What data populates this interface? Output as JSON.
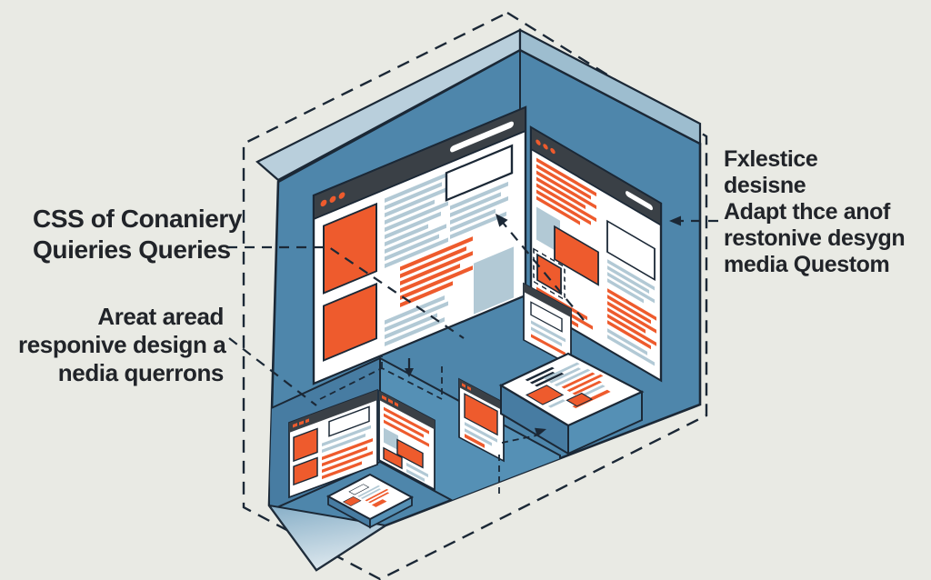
{
  "palette": {
    "background": "#e9eae4",
    "wall_blue": "#4e86ab",
    "wall_blue_dark": "#477ca2",
    "wall_blue_light": "#5590b5",
    "bevel_blue": "#b9cfdc",
    "bevel_blue_dark": "#9dbdcf",
    "titlebar": "#3a4046",
    "orange": "#ee5b2d",
    "line_blue": "#b2c9d5",
    "ink": "#1b2836",
    "text": "#212429",
    "floor_fade_top": "#86aec7",
    "floor_fade_tip": "#d9e5ec"
  },
  "annotations": {
    "left_primary": {
      "lines": [
        "CSS of Conaniery",
        "Quieries Queries"
      ]
    },
    "left_secondary": {
      "lines": [
        "Areat aread",
        "responive design a",
        "nedia querrons"
      ]
    },
    "right_primary": {
      "lines": [
        "Fxlestice",
        "desisne",
        "Adapt thce anof",
        "restonive desygn",
        "media Questom"
      ]
    }
  },
  "illustration": {
    "elements": [
      "dashed-isometric-cube-outline",
      "blue-isometric-box",
      "desktop-browser-mockup",
      "tablet-browser-mockup",
      "mini-room-browser-mockups",
      "flat-tablet-slab-device",
      "flat-phone-card-device",
      "annotation-arrows"
    ]
  }
}
